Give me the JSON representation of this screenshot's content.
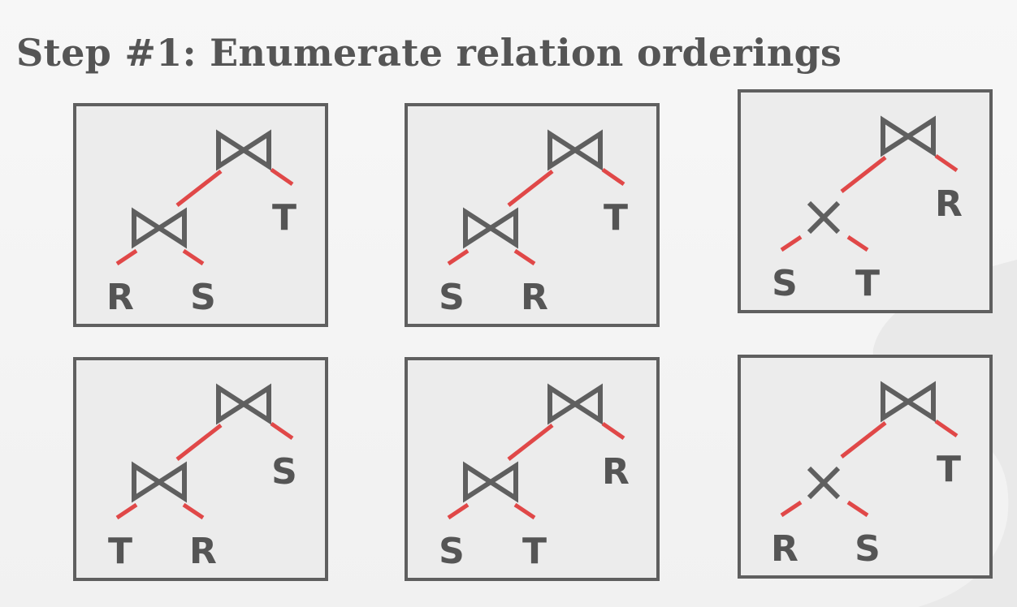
{
  "title": "Step #1: Enumerate relation orderings",
  "colors": {
    "border": "#5f5f5f",
    "operator": "#5f5f5f",
    "arrow": "#e04848",
    "label": "#555555"
  },
  "plans": [
    {
      "top_operator": "join-icon",
      "inner_operator": "join-icon",
      "top_right": "T",
      "leaf_left": "R",
      "leaf_right": "S"
    },
    {
      "top_operator": "join-icon",
      "inner_operator": "join-icon",
      "top_right": "T",
      "leaf_left": "S",
      "leaf_right": "R"
    },
    {
      "top_operator": "join-icon",
      "inner_operator": "cross-product-icon",
      "top_right": "R",
      "leaf_left": "S",
      "leaf_right": "T"
    },
    {
      "top_operator": "join-icon",
      "inner_operator": "join-icon",
      "top_right": "S",
      "leaf_left": "T",
      "leaf_right": "R"
    },
    {
      "top_operator": "join-icon",
      "inner_operator": "join-icon",
      "top_right": "R",
      "leaf_left": "S",
      "leaf_right": "T"
    },
    {
      "top_operator": "join-icon",
      "inner_operator": "cross-product-icon",
      "top_right": "T",
      "leaf_left": "R",
      "leaf_right": "S"
    }
  ]
}
